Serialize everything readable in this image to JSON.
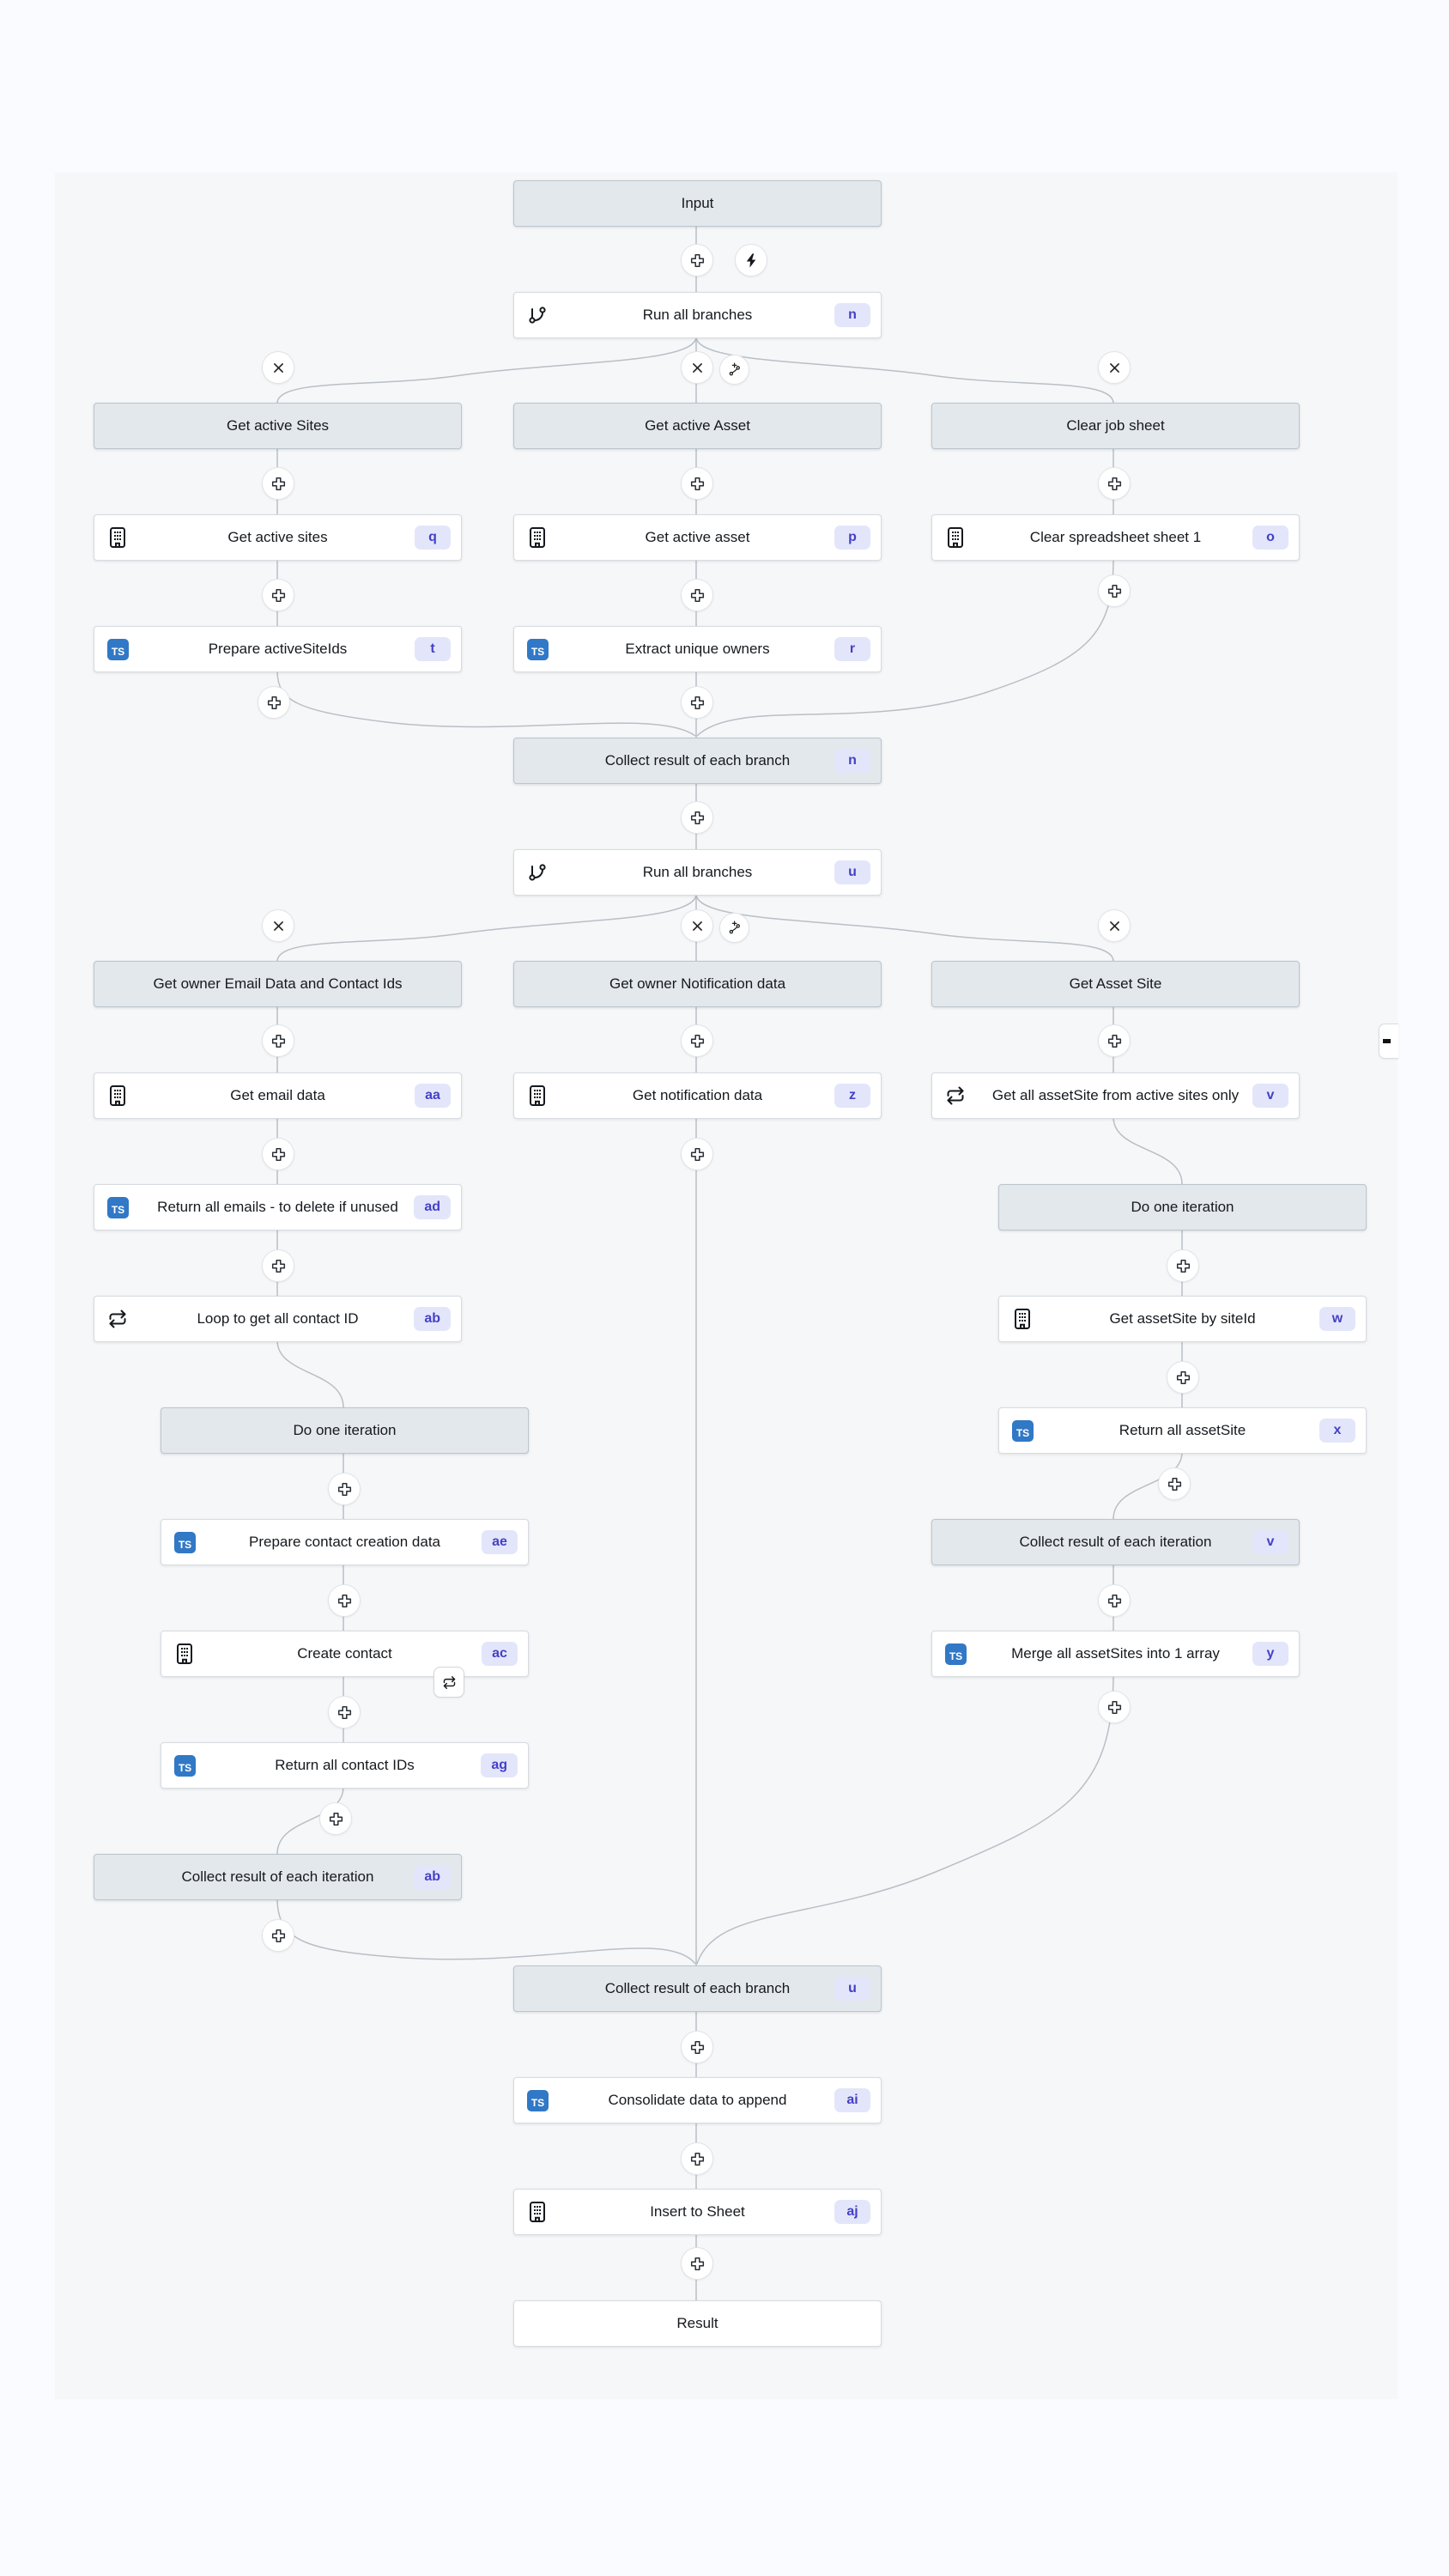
{
  "colors": {
    "page_bg": "#fafbfe",
    "canvas_bg": "#f6f7f9",
    "header_bg": "#e3e8ed",
    "badge_bg": "#e3e6fa",
    "badge_text": "#4540c6",
    "ts_blue": "#3178c6",
    "edge": "#b9bfc6"
  },
  "icons": {
    "ts_label": "TS"
  },
  "nodes": {
    "input": {
      "label": "Input"
    },
    "run_branches_1": {
      "label": "Run all branches",
      "badge": "n"
    },
    "hdr_get_active_sites": {
      "label": "Get active Sites"
    },
    "hdr_get_active_asset": {
      "label": "Get active Asset"
    },
    "hdr_clear_job_sheet": {
      "label": "Clear job sheet"
    },
    "get_active_sites": {
      "label": "Get active sites",
      "badge": "q"
    },
    "get_active_asset": {
      "label": "Get active asset",
      "badge": "p"
    },
    "clear_spreadsheet": {
      "label": "Clear spreadsheet sheet 1",
      "badge": "o"
    },
    "prepare_activesiteids": {
      "label": "Prepare activeSiteIds",
      "badge": "t"
    },
    "extract_unique_owners": {
      "label": "Extract unique owners",
      "badge": "r"
    },
    "collect_branch_1": {
      "label": "Collect result of each branch",
      "badge": "n"
    },
    "run_branches_2": {
      "label": "Run all branches",
      "badge": "u"
    },
    "hdr_owner_email": {
      "label": "Get owner Email Data and Contact Ids"
    },
    "hdr_owner_notification": {
      "label": "Get owner Notification data"
    },
    "hdr_get_asset_site": {
      "label": "Get Asset Site"
    },
    "get_email_data": {
      "label": "Get email data",
      "badge": "aa"
    },
    "get_notification_data": {
      "label": "Get notification data",
      "badge": "z"
    },
    "get_all_assetsite": {
      "label": "Get all assetSite from active sites only",
      "badge": "v"
    },
    "return_all_emails": {
      "label": "Return all emails - to delete if unused",
      "badge": "ad"
    },
    "loop_contact_id": {
      "label": "Loop to get all contact ID",
      "badge": "ab"
    },
    "hdr_do_one_iteration_left": {
      "label": "Do one iteration"
    },
    "prepare_contact_creation": {
      "label": "Prepare contact creation data",
      "badge": "ae"
    },
    "create_contact": {
      "label": "Create contact",
      "badge": "ac"
    },
    "return_contact_ids": {
      "label": "Return all contact IDs",
      "badge": "ag"
    },
    "collect_iteration_left": {
      "label": "Collect result of each iteration",
      "badge": "ab"
    },
    "hdr_do_one_iteration_right": {
      "label": "Do one iteration"
    },
    "get_assetsite_by_siteid": {
      "label": "Get assetSite by siteId",
      "badge": "w"
    },
    "return_all_assetsite": {
      "label": "Return all assetSite",
      "badge": "x"
    },
    "collect_iteration_right": {
      "label": "Collect result of each iteration",
      "badge": "v"
    },
    "merge_assetsites": {
      "label": "Merge all assetSites into 1 array",
      "badge": "y"
    },
    "collect_branch_2": {
      "label": "Collect result of each branch",
      "badge": "u"
    },
    "consolidate_data": {
      "label": "Consolidate data to append",
      "badge": "ai"
    },
    "insert_to_sheet": {
      "label": "Insert to Sheet",
      "badge": "aj"
    },
    "result": {
      "label": "Result"
    }
  }
}
